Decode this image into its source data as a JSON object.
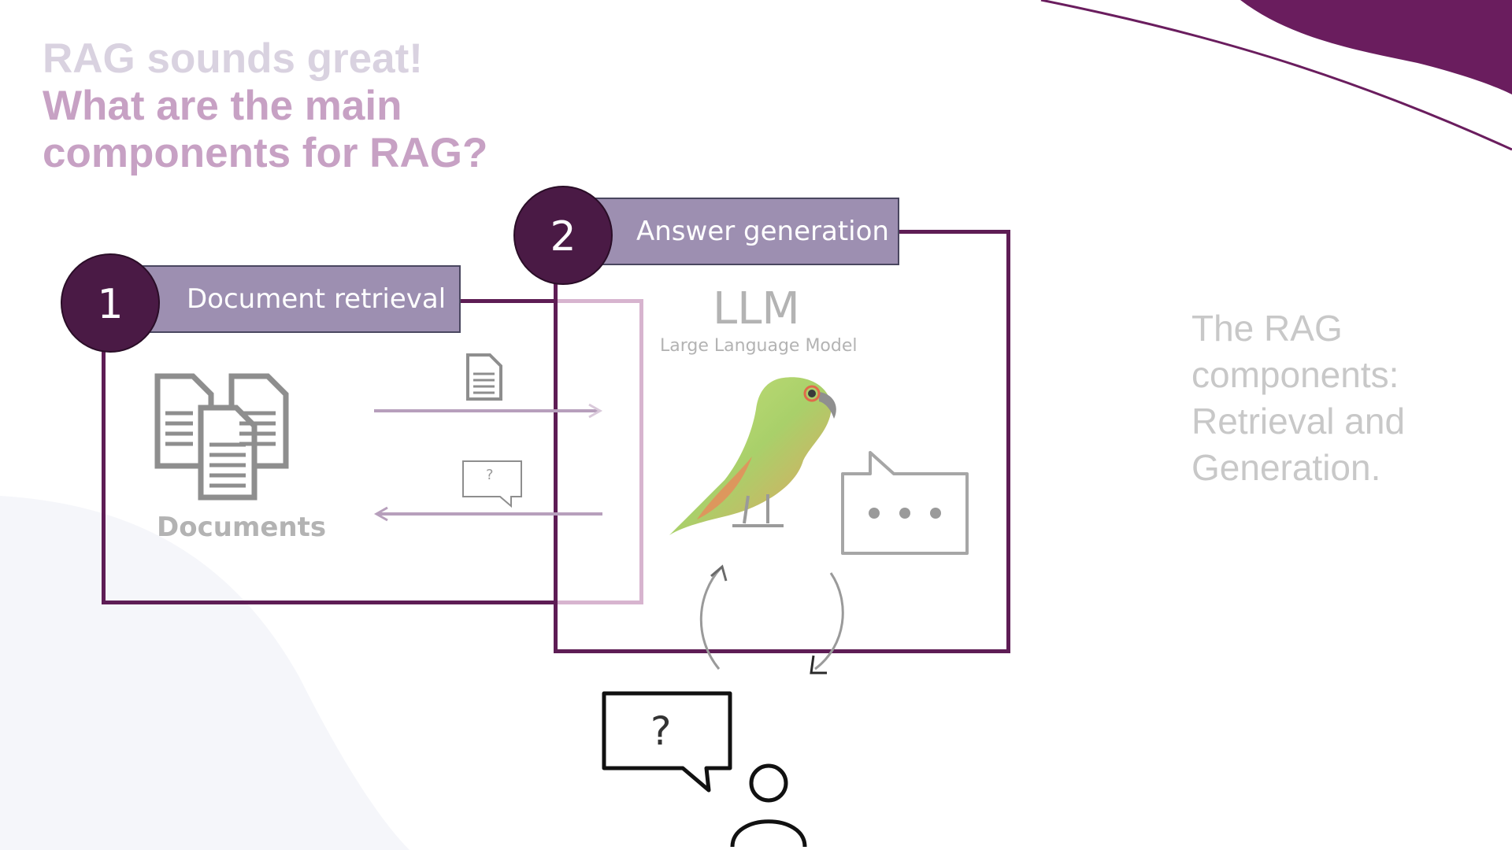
{
  "slide": {
    "title_line_1": "RAG sounds great!",
    "title_line_2": "What are the main",
    "title_line_3": "components for RAG?",
    "side_text": "The RAG components: Retrieval and Generation."
  },
  "steps": [
    {
      "number": "1",
      "label": "Document retrieval"
    },
    {
      "number": "2",
      "label": "Answer generation"
    }
  ],
  "retrieval": {
    "documents_label": "Documents",
    "query_symbol": "?"
  },
  "generation": {
    "model_name": "LLM",
    "model_full_name": "Large Language Model"
  },
  "user": {
    "question_symbol": "?"
  },
  "colors": {
    "brand_purple": "#5e1d55",
    "circle_fill": "#4a1a45",
    "label_fill": "#9d8fb1",
    "title_light": "#d9d2e0",
    "title_pink": "#c7a1c4"
  },
  "icons": [
    "documents-icon",
    "document-icon",
    "query-bubble-icon",
    "parrot-icon",
    "chat-ellipsis-icon",
    "question-bubble-icon",
    "user-icon",
    "cycle-arrows-icon"
  ]
}
